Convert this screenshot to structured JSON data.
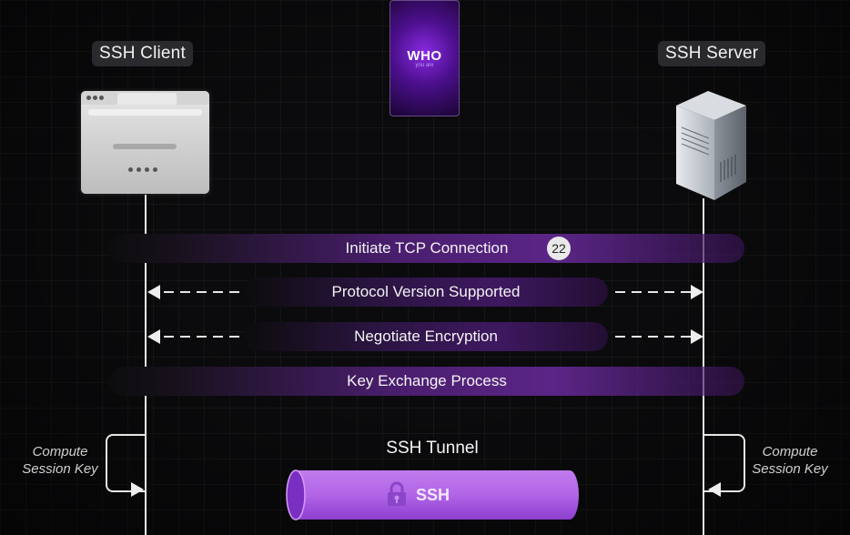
{
  "actors": {
    "client": "SSH Client",
    "server": "SSH Server"
  },
  "phone": {
    "brand": "WHO",
    "tagline": "you are"
  },
  "messages": {
    "tcp": "Initiate TCP Connection",
    "port": "22",
    "protocol": "Protocol Version Supported",
    "encryption": "Negotiate Encryption",
    "key_exchange": "Key Exchange Process"
  },
  "notes": {
    "left": "Compute Session Key",
    "right": "Compute Session Key"
  },
  "tunnel": {
    "title": "SSH Tunnel",
    "label": "SSH"
  },
  "colors": {
    "accent": "#8a2be2",
    "tunnel": "#b86ae8",
    "background": "#0b0b0d"
  }
}
